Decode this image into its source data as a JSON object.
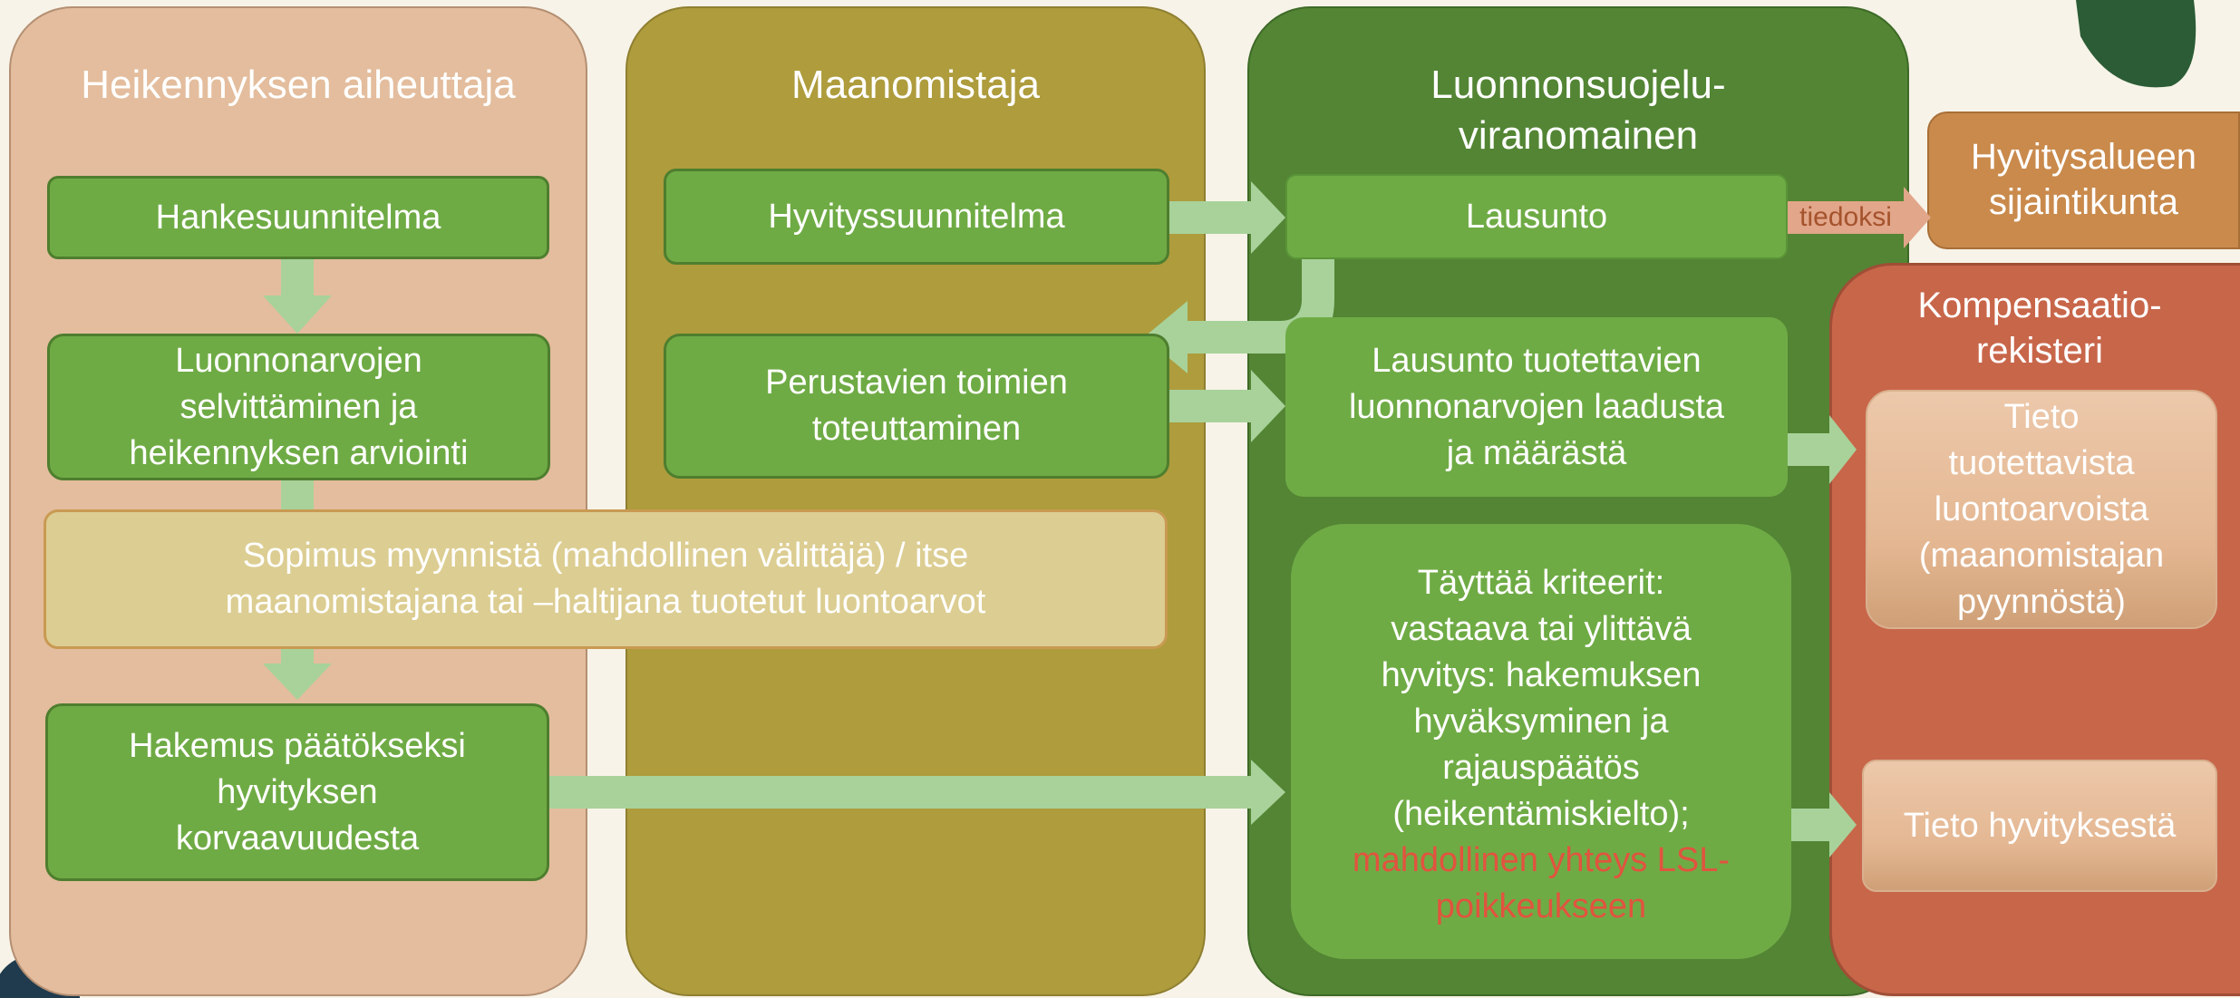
{
  "lanes": {
    "aiheuttaja": {
      "title": "Heikennyksen aiheuttaja"
    },
    "maanomistaja": {
      "title": "Maanomistaja"
    },
    "viranomainen": {
      "title": "Luonnonsuojelu-\nviranomainen"
    },
    "rekisteri": {
      "title": "Kompensaatio-\nrekisteri"
    },
    "sijaintikunta": {
      "title": "Hyvitysalueen\nsijaintikunta"
    }
  },
  "boxes": {
    "hankesuunnitelma": "Hankesuunnitelma",
    "selvittaminen": "Luonnonarvojen\nselvittäminen ja\nheikennyksen arviointi",
    "sopimus": "Sopimus myynnistä (mahdollinen välittäjä) / itse\nmaanomistajana tai –haltijana tuotetut luontoarvot",
    "hakemus": "Hakemus päätökseksi\nhyvityksen\nkorvaavuudesta",
    "hyvityssuunnitelma": "Hyvityssuunnitelma",
    "perustavat": "Perustavien toimien\ntoteuttaminen",
    "lausunto": "Lausunto",
    "lausunto_laatu": "Lausunto tuotettavien\nluonnonarvojen laadusta\nja määrästä",
    "kriteerit_main": "Täyttää kriteerit:\nvastaava tai ylittävä\nhyvitys: hakemuksen\nhyväksyminen ja\nrajauspäätös\n(heikentämiskielto);",
    "kriteerit_red": "mahdollinen yhteys LSL-\npoikkeukseen",
    "tieto_luontoarvot": "Tieto\ntuotettavista\nluontoarvoista\n(maanomistajan\npyynnöstä)",
    "tieto_hyvitys": "Tieto hyvityksestä"
  },
  "arrow_labels": {
    "tiedoksi": "tiedoksi"
  },
  "colors": {
    "lane_aiheuttaja": "#e3bd9d",
    "lane_maanomistaja": "#ae9c3d",
    "lane_viranomainen": "#538534",
    "lane_rekisteri": "#c8664a",
    "box_green": "#6fab45",
    "arrow": "#a8d29a",
    "red_text": "#e2533f"
  }
}
